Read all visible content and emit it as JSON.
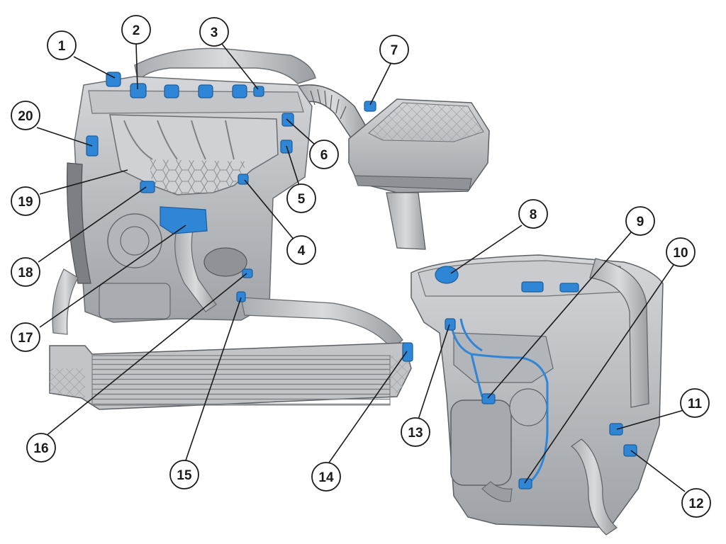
{
  "diagram": {
    "callouts": [
      {
        "id": "c1",
        "number": "1"
      },
      {
        "id": "c2",
        "number": "2"
      },
      {
        "id": "c3",
        "number": "3"
      },
      {
        "id": "c4",
        "number": "4"
      },
      {
        "id": "c5",
        "number": "5"
      },
      {
        "id": "c6",
        "number": "6"
      },
      {
        "id": "c7",
        "number": "7"
      },
      {
        "id": "c8",
        "number": "8"
      },
      {
        "id": "c9",
        "number": "9"
      },
      {
        "id": "c10",
        "number": "10"
      },
      {
        "id": "c11",
        "number": "11"
      },
      {
        "id": "c12",
        "number": "12"
      },
      {
        "id": "c13",
        "number": "13"
      },
      {
        "id": "c14",
        "number": "14"
      },
      {
        "id": "c15",
        "number": "15"
      },
      {
        "id": "c16",
        "number": "16"
      },
      {
        "id": "c17",
        "number": "17"
      },
      {
        "id": "c18",
        "number": "18"
      },
      {
        "id": "c19",
        "number": "19"
      },
      {
        "id": "c20",
        "number": "20"
      }
    ],
    "colors": {
      "engine": "#b9bbbf",
      "engine_dark": "#8d9094",
      "sensor": "#2f86d6",
      "leader": "#1a1a1a"
    }
  }
}
